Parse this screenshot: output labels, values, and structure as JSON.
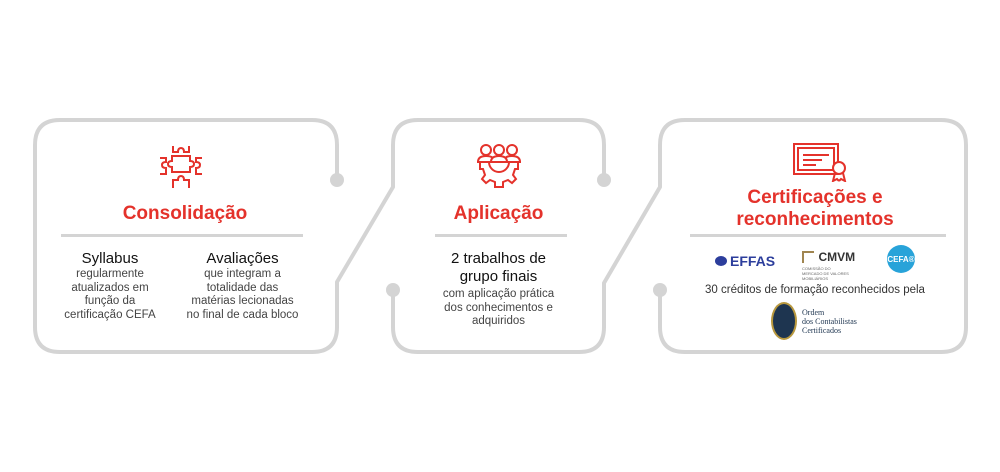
{
  "colors": {
    "accent": "#e4322b",
    "outline": "#d4d4d4"
  },
  "panels": [
    {
      "title": "Consolidação",
      "icon": "puzzle-icon",
      "columns": [
        {
          "heading": "Syllabus",
          "lines": [
            "regularmente",
            "atualizados em",
            "função da",
            "certificação CEFA"
          ]
        },
        {
          "heading": "Avaliações",
          "lines": [
            "que integram a",
            "totalidade das",
            "matérias lecionadas",
            "no final de cada bloco"
          ]
        }
      ]
    },
    {
      "title": "Aplicação",
      "icon": "team-gear-icon",
      "heading_lines": [
        "2 trabalhos de",
        "grupo finais"
      ],
      "lines": [
        "com aplicação prática",
        "dos conhecimentos e",
        "adquiridos"
      ]
    },
    {
      "title_lines": [
        "Certificações e",
        "reconhecimentos"
      ],
      "icon": "certificate-icon",
      "logos": {
        "effas": "EFFAS",
        "cmvm": "CMVM",
        "cmvm_sub": "COMISSÃO DO MERCADO DE VALORES MOBILIÁRIOS",
        "cefa": "CEFA®"
      },
      "recognition": "30 créditos de formação reconhecidos pela",
      "occ": [
        "Ordem",
        "dos Contabilistas",
        "Certificados"
      ]
    }
  ]
}
